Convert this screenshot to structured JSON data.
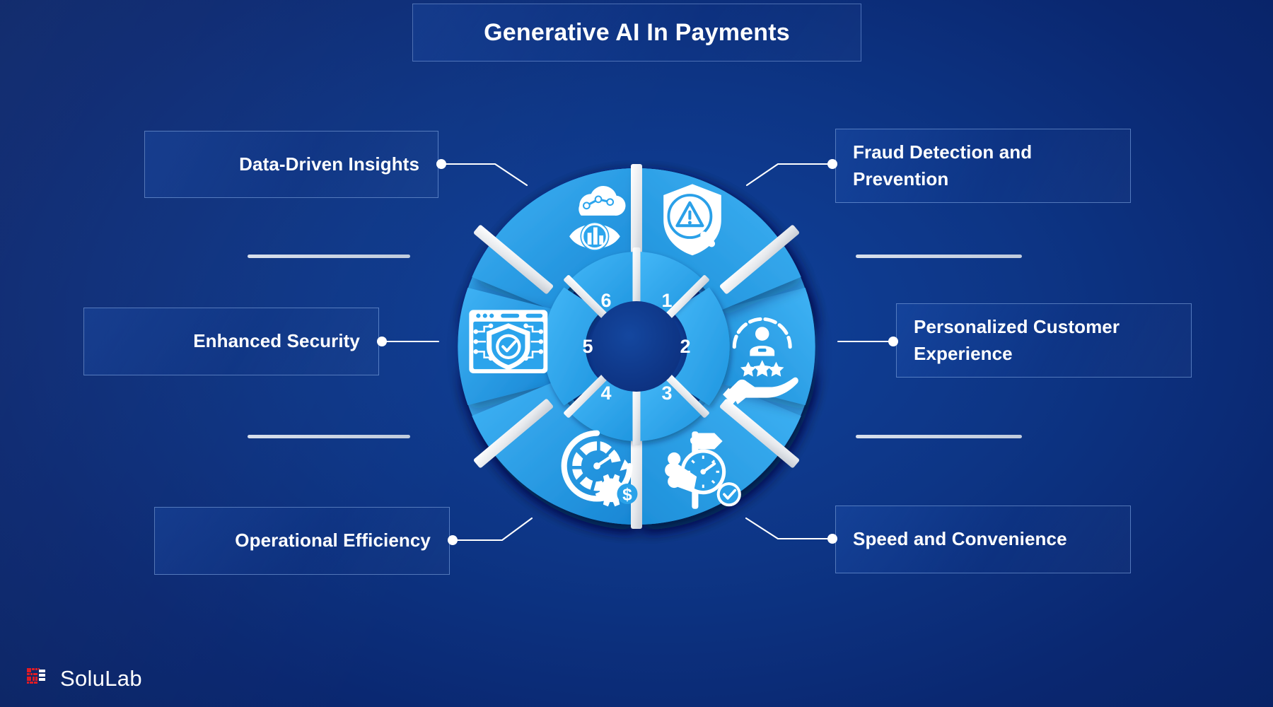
{
  "header": {
    "title": "Generative AI In Payments"
  },
  "wheel": {
    "center_label": "",
    "segments": [
      {
        "number": "1",
        "label": "Fraud Detection and Prevention",
        "icon": "shield-warning-magnifier-icon",
        "side": "right",
        "color_outer": "#2aa0e8",
        "color_inner": "#2fa9ef"
      },
      {
        "number": "2",
        "label": "Personalized Customer Experience",
        "icon": "hand-customer-stars-icon",
        "side": "right",
        "color_outer": "#2199e2",
        "color_inner": "#30abf1"
      },
      {
        "number": "3",
        "label": "Speed and Convenience",
        "icon": "hand-stopwatch-check-icon",
        "side": "right",
        "color_outer": "#1f93dd",
        "color_inner": "#2ea6ee"
      },
      {
        "number": "4",
        "label": "Operational Efficiency",
        "icon": "gauge-gear-dollar-icon",
        "side": "left",
        "color_outer": "#2aa2e9",
        "color_inner": "#31acf2"
      },
      {
        "number": "5",
        "label": "Enhanced Security",
        "icon": "browser-shield-check-icon",
        "side": "left",
        "color_outer": "#2ba4ec",
        "color_inner": "#33b0f5"
      },
      {
        "number": "6",
        "label": "Data-Driven Insights",
        "icon": "cloud-analytics-eye-icon",
        "side": "left",
        "color_outer": "#2ca5ed",
        "color_inner": "#34b2f6"
      }
    ]
  },
  "labels": {
    "data_driven_insights": "Data-Driven Insights",
    "enhanced_security": "Enhanced Security",
    "operational_efficiency": "Operational Efficiency",
    "fraud_detection": "Fraud Detection and Prevention",
    "personalized_customer": "Personalized Customer Experience",
    "speed_convenience": "Speed and Convenience"
  },
  "numbers": {
    "n1": "1",
    "n2": "2",
    "n3": "3",
    "n4": "4",
    "n5": "5",
    "n6": "6"
  },
  "brand": {
    "name": "SoluLab",
    "mark_color": "#e01b24"
  },
  "colors": {
    "background_deep": "#0a2770",
    "background_mid": "#10429c",
    "accent_blue": "#2aa0e8",
    "accent_blue_light": "#34b2f6",
    "gap_gray": "#e3e6ea",
    "text_white": "#ffffff",
    "box_border": "#96b9f0"
  }
}
